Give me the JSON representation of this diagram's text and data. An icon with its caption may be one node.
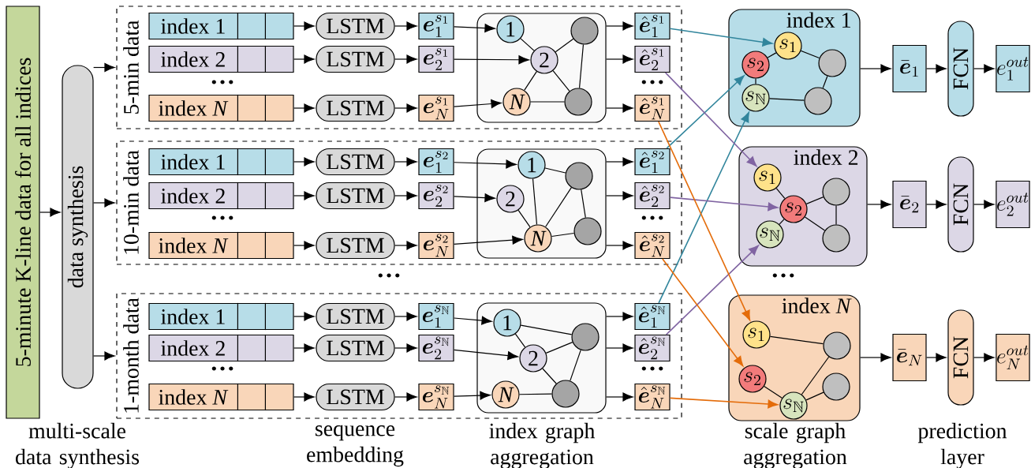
{
  "diagram": {
    "nodes": [
      {
        "text": [
          "5-minute K-line data for all indices"
        ]
      },
      {
        "text": [
          "data synthesis"
        ]
      },
      {
        "text": [
          "5-min data"
        ]
      },
      {
        "text": [
          "index 1"
        ],
        "in": 2
      },
      {
        "text": [
          "index 2"
        ],
        "in": 2
      },
      {
        "text": [
          "index *N*"
        ],
        "in": 2
      },
      {
        "text": [
          "LSTM"
        ],
        "in": 2
      },
      {
        "text": [
          "LSTM"
        ],
        "in": 2
      },
      {
        "text": [
          "LSTM"
        ],
        "in": 2
      },
      {
        "text": [
          "\\boldsymbol{e}_{1}^{s_{1}}"
        ],
        "in": 2
      },
      {
        "text": [
          "\\boldsymbol{e}_{2}^{s_{1}}"
        ],
        "in": 2
      },
      {
        "text": [
          "\\boldsymbol{e}_{N}^{s_{1}}"
        ],
        "in": 2
      },
      {
        "text": [],
        "shape": "box",
        "in": 2
      },
      {
        "text": [
          "1"
        ],
        "in": 12
      },
      {
        "text": [
          "2"
        ],
        "in": 12
      },
      {
        "text": [
          "N"
        ],
        "in": 12
      },
      {
        "text": [],
        "shape": "circle",
        "in": 12
      },
      {
        "text": [],
        "shape": "circle",
        "in": 12
      },
      {
        "text": [
          "\\hat{\\boldsymbol{e}}_{1}^{s_{1}}"
        ],
        "in": 2
      },
      {
        "text": [
          "\\hat{\\boldsymbol{e}}_{2}^{s_{1}}"
        ],
        "in": 2
      },
      {
        "text": [
          "\\hat{\\boldsymbol{e}}_{N}^{s_{1}}"
        ],
        "in": 2
      },
      {
        "text": [
          "10-min data"
        ]
      },
      {
        "text": [
          "index 1"
        ],
        "in": 21
      },
      {
        "text": [
          "index 2"
        ],
        "in": 21
      },
      {
        "text": [
          "index *N*"
        ],
        "in": 21
      },
      {
        "text": [
          "LSTM"
        ],
        "in": 21
      },
      {
        "text": [
          "LSTM"
        ],
        "in": 21
      },
      {
        "text": [
          "LSTM"
        ],
        "in": 21
      },
      {
        "text": [
          "\\boldsymbol{e}_{1}^{s_{2}}"
        ],
        "in": 21
      },
      {
        "text": [
          "\\boldsymbol{e}_{2}^{s_{2}}"
        ],
        "in": 21
      },
      {
        "text": [
          "\\boldsymbol{e}_{N}^{s_{2}}"
        ],
        "in": 21
      },
      {
        "text": [],
        "shape": "box",
        "in": 21
      },
      {
        "text": [
          "1"
        ],
        "in": 31
      },
      {
        "text": [
          "2"
        ],
        "in": 31
      },
      {
        "text": [
          "N"
        ],
        "in": 31
      },
      {
        "text": [],
        "shape": "circle",
        "in": 31
      },
      {
        "text": [],
        "shape": "circle",
        "in": 31
      },
      {
        "text": [
          "\\hat{\\boldsymbol{e}}_{1}^{s_{2}}"
        ],
        "in": 21
      },
      {
        "text": [
          "\\hat{\\boldsymbol{e}}_{2}^{s_{2}}"
        ],
        "in": 21
      },
      {
        "text": [
          "\\hat{\\boldsymbol{e}}_{N}^{s_{2}}"
        ],
        "in": 21
      },
      {
        "text": [
          "1-month data"
        ]
      },
      {
        "text": [
          "index 1"
        ],
        "in": 40
      },
      {
        "text": [
          "index 2"
        ],
        "in": 40
      },
      {
        "text": [
          "index *N*"
        ],
        "in": 40
      },
      {
        "text": [
          "LSTM"
        ],
        "in": 40
      },
      {
        "text": [
          "LSTM"
        ],
        "in": 40
      },
      {
        "text": [
          "LSTM"
        ],
        "in": 40
      },
      {
        "text": [
          "\\boldsymbol{e}_{1}^{s_{\\mathbb{N}}}"
        ],
        "in": 40
      },
      {
        "text": [
          "\\boldsymbol{e}_{2}^{s_{\\mathbb{N}}}"
        ],
        "in": 40
      },
      {
        "text": [
          "\\boldsymbol{e}_{N}^{s_{\\mathbb{N}}}"
        ],
        "in": 40
      },
      {
        "text": [],
        "shape": "box",
        "in": 40
      },
      {
        "text": [
          "1"
        ],
        "in": 50
      },
      {
        "text": [
          "2"
        ],
        "in": 50
      },
      {
        "text": [
          "N"
        ],
        "in": 50
      },
      {
        "text": [],
        "shape": "circle",
        "in": 50
      },
      {
        "text": [],
        "shape": "circle",
        "in": 50
      },
      {
        "text": [
          "\\hat{\\boldsymbol{e}}_{1}^{s_{\\mathbb{N}}}"
        ],
        "in": 40
      },
      {
        "text": [
          "\\hat{\\boldsymbol{e}}_{2}^{s_{\\mathbb{N}}}"
        ],
        "in": 40
      },
      {
        "text": [
          "\\hat{\\boldsymbol{e}}_{N}^{s_{\\mathbb{N}}}"
        ],
        "in": 40
      },
      {
        "text": [
          "index 1"
        ]
      },
      {
        "text": [
          "s_{1}"
        ],
        "in": 59
      },
      {
        "text": [
          "s_{2}"
        ],
        "in": 59
      },
      {
        "text": [
          "s_{\\mathbb{N}}"
        ],
        "in": 59
      },
      {
        "text": [],
        "shape": "circle",
        "in": 59
      },
      {
        "text": [],
        "shape": "circle",
        "in": 59
      },
      {
        "text": [
          "index 2"
        ]
      },
      {
        "text": [
          "s_{1}"
        ],
        "in": 65
      },
      {
        "text": [
          "s_{2}"
        ],
        "in": 65
      },
      {
        "text": [
          "s_{\\mathbb{N}}"
        ],
        "in": 65
      },
      {
        "text": [],
        "shape": "circle",
        "in": 65
      },
      {
        "text": [],
        "shape": "circle",
        "in": 65
      },
      {
        "text": [
          "index *N*"
        ]
      },
      {
        "text": [
          "s_{1}"
        ],
        "in": 71
      },
      {
        "text": [
          "s_{2}"
        ],
        "in": 71
      },
      {
        "text": [
          "s_{\\mathbb{N}}"
        ],
        "in": 71
      },
      {
        "text": [],
        "shape": "circle",
        "in": 71
      },
      {
        "text": [],
        "shape": "circle",
        "in": 71
      },
      {
        "text": [
          "\\bar{\\boldsymbol{e}}_{1}"
        ]
      },
      {
        "text": [
          "\\bar{\\boldsymbol{e}}_{2}"
        ]
      },
      {
        "text": [
          "\\bar{\\boldsymbol{e}}_{N}"
        ]
      },
      {
        "text": [
          "FCN"
        ]
      },
      {
        "text": [
          "FCN"
        ]
      },
      {
        "text": [
          "FCN"
        ]
      },
      {
        "text": [
          "e_{1}^{out}"
        ]
      },
      {
        "text": [
          "e_{2}^{out}"
        ]
      },
      {
        "text": [
          "e_{N}^{out}"
        ]
      }
    ],
    "edges": [
      {
        "from": 0,
        "to": 1,
        "arrow": "to"
      },
      {
        "from": 1,
        "to": 2,
        "arrow": "to"
      },
      {
        "from": 1,
        "to": 21,
        "arrow": "to"
      },
      {
        "from": 1,
        "to": 40,
        "arrow": "to"
      },
      {
        "from": 3,
        "to": 6,
        "arrow": "to"
      },
      {
        "from": 4,
        "to": 7,
        "arrow": "to"
      },
      {
        "from": 5,
        "to": 8,
        "arrow": "to"
      },
      {
        "from": 6,
        "to": 9,
        "arrow": "to"
      },
      {
        "from": 7,
        "to": 10,
        "arrow": "to"
      },
      {
        "from": 8,
        "to": 11,
        "arrow": "to"
      },
      {
        "from": 9,
        "to": 13,
        "arrow": "to"
      },
      {
        "from": 10,
        "to": 14,
        "arrow": "to"
      },
      {
        "from": 11,
        "to": 15,
        "arrow": "to"
      },
      {
        "from": 12,
        "to": 18,
        "arrow": "to"
      },
      {
        "from": 12,
        "to": 19,
        "arrow": "to"
      },
      {
        "from": 12,
        "to": 20,
        "arrow": "to"
      },
      {
        "from": 13,
        "to": 14,
        "arrow": "none"
      },
      {
        "from": 14,
        "to": 16,
        "arrow": "none"
      },
      {
        "from": 14,
        "to": 17,
        "arrow": "none"
      },
      {
        "from": 16,
        "to": 17,
        "arrow": "none"
      },
      {
        "from": 14,
        "to": 15,
        "arrow": "none"
      },
      {
        "from": 15,
        "to": 17,
        "arrow": "none"
      },
      {
        "from": 22,
        "to": 25,
        "arrow": "to"
      },
      {
        "from": 23,
        "to": 26,
        "arrow": "to"
      },
      {
        "from": 24,
        "to": 27,
        "arrow": "to"
      },
      {
        "from": 25,
        "to": 28,
        "arrow": "to"
      },
      {
        "from": 26,
        "to": 29,
        "arrow": "to"
      },
      {
        "from": 27,
        "to": 30,
        "arrow": "to"
      },
      {
        "from": 28,
        "to": 32,
        "arrow": "to"
      },
      {
        "from": 29,
        "to": 33,
        "arrow": "to"
      },
      {
        "from": 30,
        "to": 34,
        "arrow": "to"
      },
      {
        "from": 31,
        "to": 37,
        "arrow": "to"
      },
      {
        "from": 31,
        "to": 38,
        "arrow": "to"
      },
      {
        "from": 31,
        "to": 39,
        "arrow": "to"
      },
      {
        "from": 32,
        "to": 35,
        "arrow": "none"
      },
      {
        "from": 32,
        "to": 34,
        "arrow": "none"
      },
      {
        "from": 33,
        "to": 34,
        "arrow": "none"
      },
      {
        "from": 34,
        "to": 35,
        "arrow": "none"
      },
      {
        "from": 35,
        "to": 36,
        "arrow": "none"
      },
      {
        "from": 34,
        "to": 36,
        "arrow": "none"
      },
      {
        "from": 41,
        "to": 44,
        "arrow": "to"
      },
      {
        "from": 42,
        "to": 45,
        "arrow": "to"
      },
      {
        "from": 43,
        "to": 46,
        "arrow": "to"
      },
      {
        "from": 44,
        "to": 47,
        "arrow": "to"
      },
      {
        "from": 45,
        "to": 48,
        "arrow": "to"
      },
      {
        "from": 46,
        "to": 49,
        "arrow": "to"
      },
      {
        "from": 47,
        "to": 51,
        "arrow": "to"
      },
      {
        "from": 48,
        "to": 52,
        "arrow": "to"
      },
      {
        "from": 49,
        "to": 53,
        "arrow": "to"
      },
      {
        "from": 50,
        "to": 56,
        "arrow": "to"
      },
      {
        "from": 50,
        "to": 57,
        "arrow": "to"
      },
      {
        "from": 50,
        "to": 58,
        "arrow": "to"
      },
      {
        "from": 51,
        "to": 52,
        "arrow": "none"
      },
      {
        "from": 51,
        "to": 54,
        "arrow": "none"
      },
      {
        "from": 52,
        "to": 54,
        "arrow": "none"
      },
      {
        "from": 52,
        "to": 55,
        "arrow": "none"
      },
      {
        "from": 54,
        "to": 55,
        "arrow": "none"
      },
      {
        "from": 53,
        "to": 55,
        "arrow": "none"
      },
      {
        "from": 18,
        "to": 60,
        "arrow": "to",
        "color": "#31859c"
      },
      {
        "from": 37,
        "to": 61,
        "arrow": "to",
        "color": "#31859c"
      },
      {
        "from": 56,
        "to": 62,
        "arrow": "to",
        "color": "#31859c"
      },
      {
        "from": 19,
        "to": 66,
        "arrow": "to",
        "color": "#8064a2"
      },
      {
        "from": 38,
        "to": 67,
        "arrow": "to",
        "color": "#8064a2"
      },
      {
        "from": 57,
        "to": 68,
        "arrow": "to",
        "color": "#8064a2"
      },
      {
        "from": 20,
        "to": 72,
        "arrow": "to",
        "color": "#e46c0a"
      },
      {
        "from": 39,
        "to": 73,
        "arrow": "to",
        "color": "#e46c0a"
      },
      {
        "from": 58,
        "to": 74,
        "arrow": "to",
        "color": "#e46c0a"
      },
      {
        "from": 60,
        "to": 61,
        "arrow": "none"
      },
      {
        "from": 60,
        "to": 63,
        "arrow": "none"
      },
      {
        "from": 61,
        "to": 62,
        "arrow": "none"
      },
      {
        "from": 62,
        "to": 64,
        "arrow": "none"
      },
      {
        "from": 63,
        "to": 64,
        "arrow": "none"
      },
      {
        "from": 66,
        "to": 67,
        "arrow": "none"
      },
      {
        "from": 67,
        "to": 69,
        "arrow": "none"
      },
      {
        "from": 67,
        "to": 70,
        "arrow": "none"
      },
      {
        "from": 69,
        "to": 70,
        "arrow": "none"
      },
      {
        "from": 67,
        "to": 68,
        "arrow": "none"
      },
      {
        "from": 72,
        "to": 75,
        "arrow": "none"
      },
      {
        "from": 73,
        "to": 74,
        "arrow": "none"
      },
      {
        "from": 74,
        "to": 75,
        "arrow": "none"
      },
      {
        "from": 74,
        "to": 76,
        "arrow": "none"
      },
      {
        "from": 59,
        "to": 77,
        "arrow": "to"
      },
      {
        "from": 77,
        "to": 80,
        "arrow": "to"
      },
      {
        "from": 80,
        "to": 83,
        "arrow": "to"
      },
      {
        "from": 65,
        "to": 78,
        "arrow": "to"
      },
      {
        "from": 78,
        "to": 81,
        "arrow": "to"
      },
      {
        "from": 81,
        "to": 84,
        "arrow": "to"
      },
      {
        "from": 71,
        "to": 79,
        "arrow": "to"
      },
      {
        "from": 79,
        "to": 82,
        "arrow": "to"
      },
      {
        "from": 82,
        "to": 85,
        "arrow": "to"
      }
    ],
    "labels": [
      "…",
      "…",
      "…",
      "…",
      "…",
      "…",
      "…",
      "…",
      "multi-scale data synthesis",
      "sequence embedding",
      "index graph aggregation",
      "scale graph aggregation",
      "prediction layer"
    ]
  }
}
